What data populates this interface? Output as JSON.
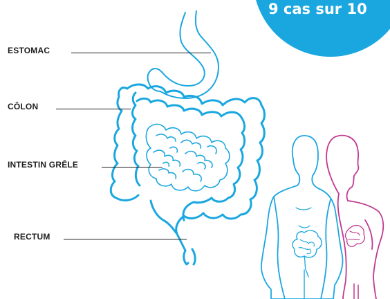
{
  "badge": {
    "text": "9 cas sur 10",
    "color": "#1aa7e0"
  },
  "labels": {
    "stomach": "ESTOMAC",
    "colon": "CÔLON",
    "small_intestine": "INTESTIN GRÊLE",
    "rectum": "RECTUM"
  },
  "colors": {
    "organ_outline": "#1aa7e0",
    "male_figure": "#1aa7e0",
    "female_figure": "#c0398f",
    "leader_lines": "#1c1c1c"
  }
}
